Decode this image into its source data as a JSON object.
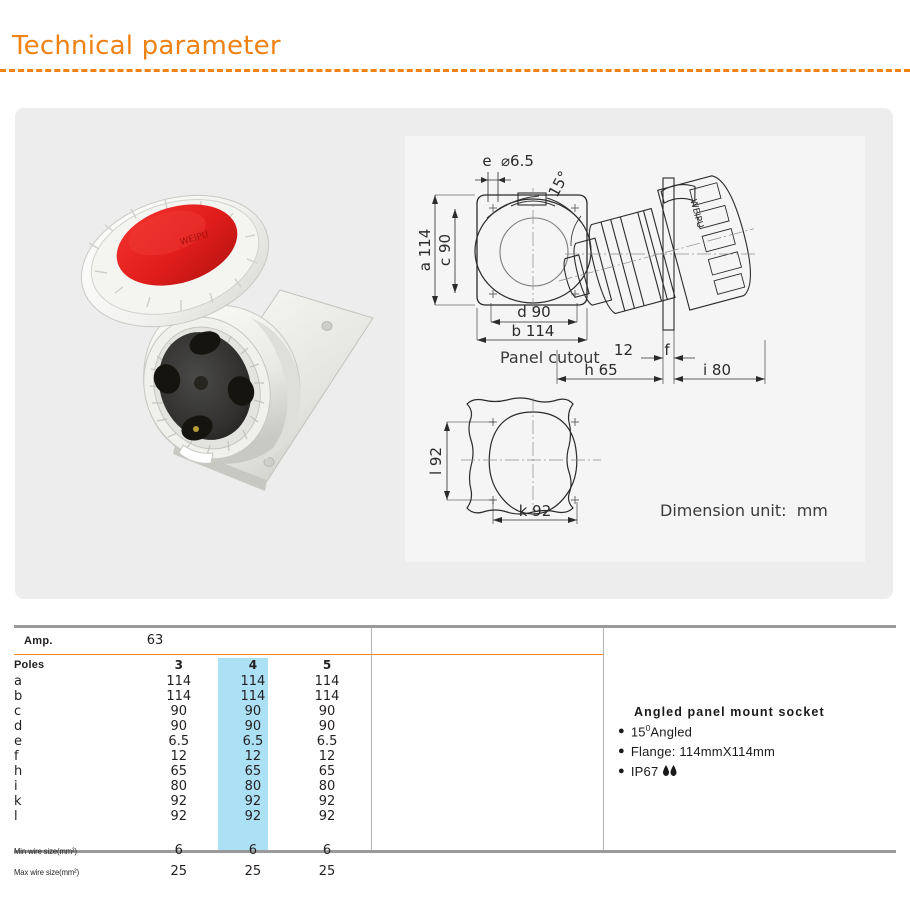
{
  "header": {
    "title": "Technical parameter",
    "accent_color": "#f08113"
  },
  "illustration": {
    "photo_alt": "angled-panel-mount-socket-photo",
    "panel_bg": "#ededed",
    "drawing_bg": "#f5f5f5",
    "front_view": {
      "dim_e": "e",
      "dim_e_value": "⌀6.5",
      "dim_a": "a 114",
      "dim_c": "c 90",
      "dim_d": "d  90",
      "dim_b": "b 114"
    },
    "side_view": {
      "angle": "15°",
      "dim_12": "12",
      "dim_f": "f",
      "dim_h": "h 65",
      "dim_i": "i 80"
    },
    "cutout_view": {
      "label": "Panel cutout",
      "dim_l": "l 92",
      "dim_k": "k 92"
    },
    "dimension_unit": "Dimension unit:  mm"
  },
  "spec_table": {
    "amp_label": "Amp.",
    "amp_value": "63",
    "columns": [
      "3",
      "4",
      "5"
    ],
    "highlight_column_index": 1,
    "highlight_color": "#ace1f5",
    "poles_label": "Poles",
    "rows": [
      {
        "label": "a",
        "values": [
          "114",
          "114",
          "114"
        ]
      },
      {
        "label": "b",
        "values": [
          "114",
          "114",
          "114"
        ]
      },
      {
        "label": "c",
        "values": [
          "90",
          "90",
          "90"
        ]
      },
      {
        "label": "d",
        "values": [
          "90",
          "90",
          "90"
        ]
      },
      {
        "label": "e",
        "values": [
          "6.5",
          "6.5",
          "6.5"
        ]
      },
      {
        "label": "f",
        "values": [
          "12",
          "12",
          "12"
        ]
      },
      {
        "label": "h",
        "values": [
          "65",
          "65",
          "65"
        ]
      },
      {
        "label": "i",
        "values": [
          "80",
          "80",
          "80"
        ]
      },
      {
        "label": "k",
        "values": [
          "92",
          "92",
          "92"
        ]
      },
      {
        "label": "l",
        "values": [
          "92",
          "92",
          "92"
        ]
      }
    ],
    "wire_rows": [
      {
        "label": "Min wire size(mm²)",
        "values": [
          "6",
          "6",
          "6"
        ]
      },
      {
        "label": "Max wire size(mm²)",
        "values": [
          "25",
          "25",
          "25"
        ]
      }
    ]
  },
  "description": {
    "title": "Angled panel mount socket",
    "bullet": "●",
    "items": [
      {
        "text_before": "15",
        "sup": "0",
        "text_after": "Angled"
      },
      {
        "text_before": "Flange: 114mmX114mm",
        "sup": "",
        "text_after": ""
      },
      {
        "text_before": "IP67",
        "sup": "",
        "text_after": "",
        "drops": "◆◆"
      }
    ]
  }
}
